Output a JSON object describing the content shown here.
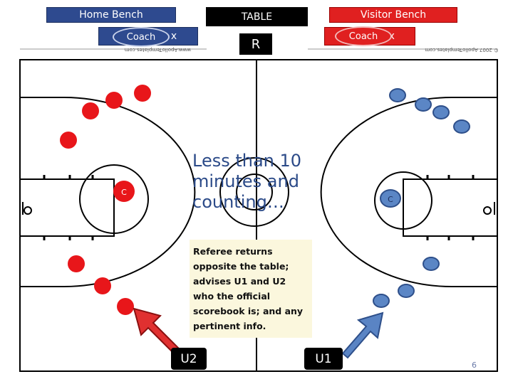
{
  "labels": {
    "home_bench": "Home Bench",
    "home_coach_box": "C              x",
    "home_coach": "Coach",
    "table": "TABLE",
    "visitor_bench": "Visitor Bench",
    "visitor_coach_box": "            ox",
    "visitor_coach": "Coach",
    "referee": "R",
    "watermark_left": "www.ApolloTemplates.com",
    "watermark_right": "© 2007 ApolloTemplates.com",
    "home_center": "C",
    "visitor_center": "C"
  },
  "overlay_text": "Less than 10 minutes and counting…",
  "note": "Referee returns opposite the table; advises U1 and U2 who the official scorebook is; and any pertinent info.",
  "umpires": {
    "u2": "U2",
    "u1": "U1"
  },
  "page_number": "6",
  "colors": {
    "home": "#2e4a8f",
    "visitor": "#e02020",
    "home_player": "#5b86c5",
    "visitor_player": "#e8161a",
    "arrow_red": "#e03030",
    "arrow_blue": "#5a84c4"
  }
}
